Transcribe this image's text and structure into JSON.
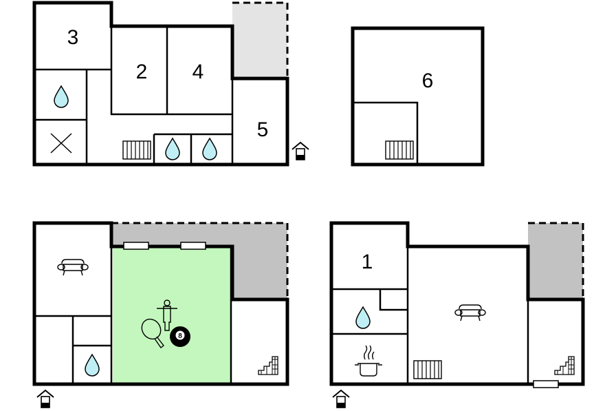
{
  "rooms": {
    "r1": "1",
    "r2": "2",
    "r3": "3",
    "r4": "4",
    "r5": "5",
    "r6": "6",
    "pool_ball": "8"
  },
  "colors": {
    "terrace_light": "#e4e4e4",
    "terrace_dark": "#c2c2c2",
    "activity_room": "#c4f7be",
    "water_drop": "#bfeff5",
    "wall": "#000000"
  },
  "icons": [
    "water-drop-icon",
    "toilet-x-icon",
    "radiator-icon",
    "entrance-icon",
    "sofa-icon",
    "stairs-icon",
    "cooking-pot-icon",
    "foosball-icon",
    "ping-pong-icon",
    "pool-ball-icon"
  ]
}
